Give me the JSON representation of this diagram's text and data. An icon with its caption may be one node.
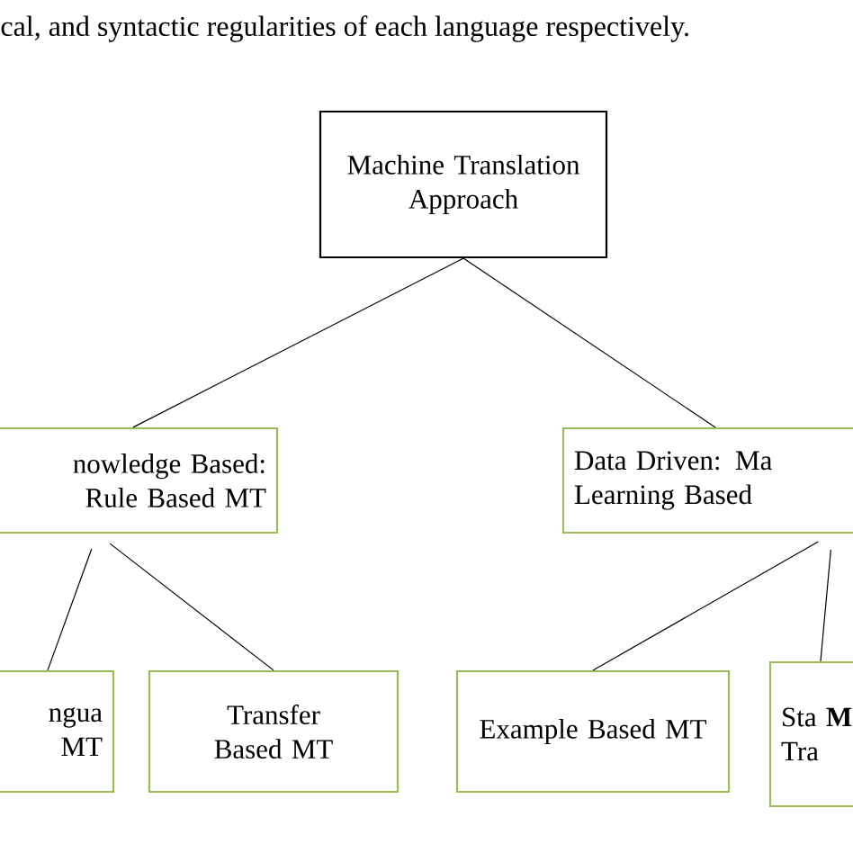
{
  "diagram": {
    "nodes": [
      {
        "text": [
          "Machine Translation Approach"
        ]
      },
      {
        "text": [
          "nowledge Based: Rule Based MT"
        ]
      },
      {
        "text": [
          "Data Driven: Ma Learning Based"
        ]
      },
      {
        "text": [
          "ngua MT"
        ]
      },
      {
        "text": [
          "Transfer Based MT"
        ]
      },
      {
        "text": [
          "Example Based MT"
        ]
      },
      {
        "text": [
          "Sta **M** Tra"
        ]
      }
    ],
    "edges": [
      {
        "from": 0,
        "to": 1,
        "arrow": "none"
      },
      {
        "from": 0,
        "to": 2,
        "arrow": "none"
      },
      {
        "from": 1,
        "to": 3,
        "arrow": "none"
      },
      {
        "from": 1,
        "to": 4,
        "arrow": "none"
      },
      {
        "from": 2,
        "to": 5,
        "arrow": "none"
      },
      {
        "from": 2,
        "to": 6,
        "arrow": "none"
      }
    ],
    "labels": [
      "cal, and syntactic regularities of each language respectively."
    ]
  }
}
